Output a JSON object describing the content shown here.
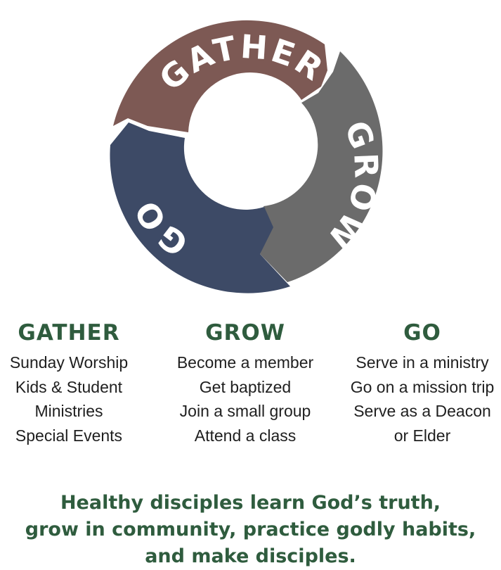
{
  "cycle": {
    "segments": [
      {
        "key": "gather",
        "label": "GATHER",
        "color": "#7d5954"
      },
      {
        "key": "grow",
        "label": "GROW",
        "color": "#6b6b6b"
      },
      {
        "key": "go",
        "label": "GO",
        "color": "#3d4a66"
      }
    ]
  },
  "columns": [
    {
      "title": "GATHER",
      "items": [
        "Sunday Worship",
        "Kids & Student",
        "Ministries",
        "Special Events"
      ]
    },
    {
      "title": "GROW",
      "items": [
        "Become a member",
        "Get baptized",
        "Join a small group",
        "Attend a class"
      ]
    },
    {
      "title": "GO",
      "items": [
        "Serve in a ministry",
        "Go on a mission trip",
        "Serve as a Deacon",
        "or Elder"
      ]
    }
  ],
  "tagline": {
    "lines": [
      "Healthy disciples learn God’s truth,",
      "grow in community, practice godly habits,",
      "and make disciples."
    ]
  },
  "colors": {
    "heading_green": "#2f5c3e",
    "body_text": "#1f1f1f"
  }
}
